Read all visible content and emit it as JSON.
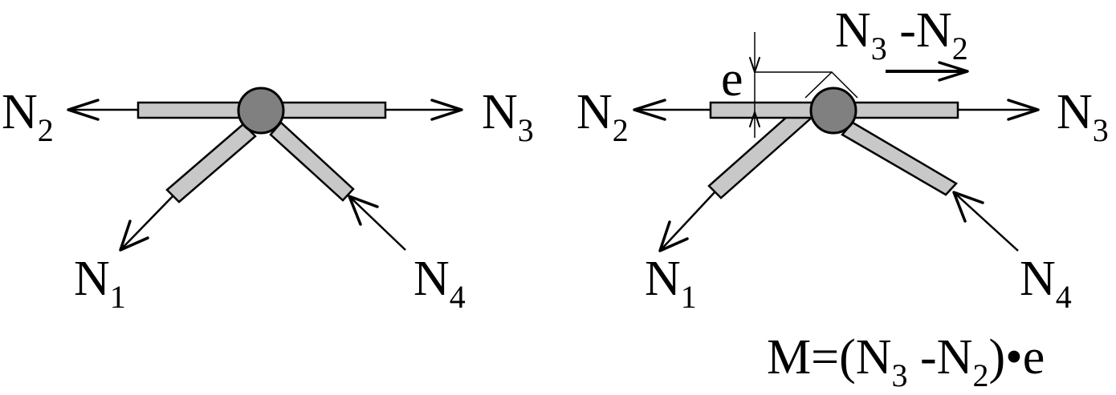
{
  "left_joint": {
    "labels": {
      "n1": {
        "main": "N",
        "sub": "1"
      },
      "n2": {
        "main": "N",
        "sub": "2"
      },
      "n3": {
        "main": "N",
        "sub": "3"
      },
      "n4": {
        "main": "N",
        "sub": "4"
      }
    }
  },
  "right_joint": {
    "labels": {
      "n1": {
        "main": "N",
        "sub": "1"
      },
      "n2": {
        "main": "N",
        "sub": "2"
      },
      "n3": {
        "main": "N",
        "sub": "3"
      },
      "n4": {
        "main": "N",
        "sub": "4"
      }
    },
    "eccentricity_label": "e",
    "resultant": {
      "n3": "N",
      "n3_sub": "3",
      "minus": " -",
      "n2": "N",
      "n2_sub": "2"
    }
  },
  "formula": {
    "prefix": "M=(N",
    "sub1": "3",
    "middle": " -N",
    "sub2": "2",
    "suffix": ")•e"
  },
  "colors": {
    "member_fill": "#c8c8c8",
    "node_fill": "#808080",
    "line": "#000000"
  }
}
